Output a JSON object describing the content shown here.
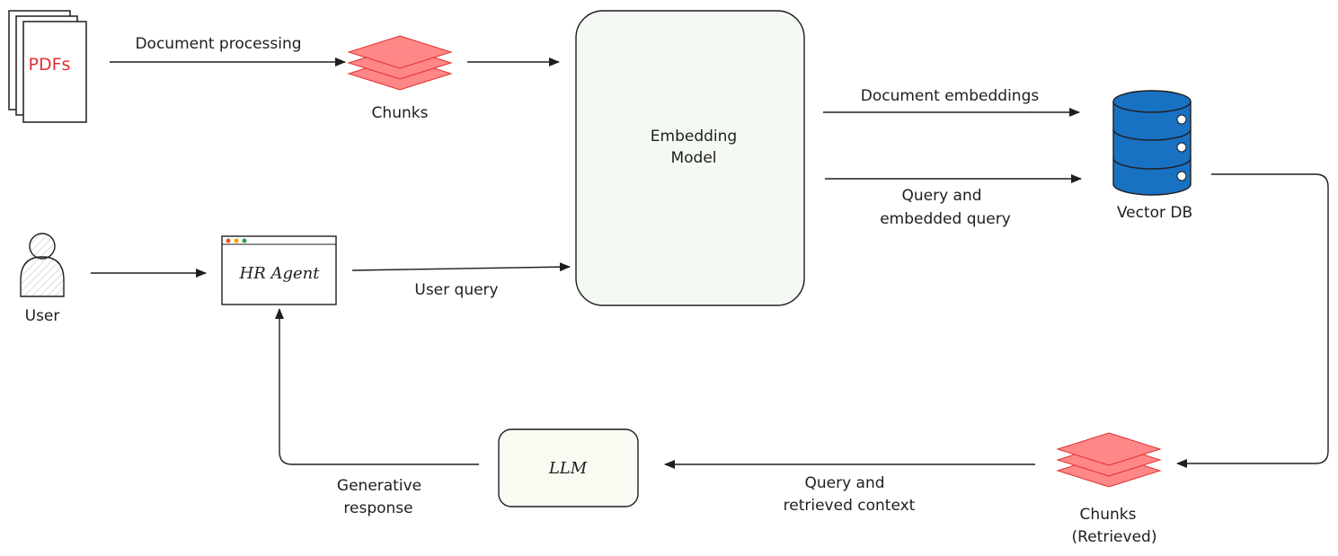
{
  "nodes": {
    "pdfs": {
      "label": "PDFs"
    },
    "chunks": {
      "label": "Chunks"
    },
    "embedding_model": {
      "line1": "Embedding",
      "line2": "Model"
    },
    "vector_db": {
      "label": "Vector DB"
    },
    "user": {
      "label": "User"
    },
    "hr_agent": {
      "label": "HR Agent"
    },
    "llm": {
      "label": "LLM"
    },
    "chunks_retrieved": {
      "line1": "Chunks",
      "line2": "(Retrieved)"
    }
  },
  "edges": {
    "document_processing": "Document processing",
    "document_embeddings": "Document embeddings",
    "query_embedded": {
      "line1": "Query and",
      "line2": "embedded query"
    },
    "user_query": "User query",
    "query_retrieved": {
      "line1": "Query and",
      "line2": "retrieved context"
    },
    "generative_response": {
      "line1": "Generative",
      "line2": "response"
    }
  },
  "colors": {
    "stroke": "#1e1e1e",
    "chunk_fill": "#ff8787",
    "chunk_stroke": "#e03131",
    "pdf_text": "#e03131",
    "db_fill": "#1971c2",
    "embedding_fill": "#f4faf3",
    "llm_fill": "#fafaf2",
    "user_fill": "#e9ecef",
    "traffic_red": "#e8590c",
    "traffic_yellow": "#f59f00",
    "traffic_green": "#2f9e44"
  }
}
